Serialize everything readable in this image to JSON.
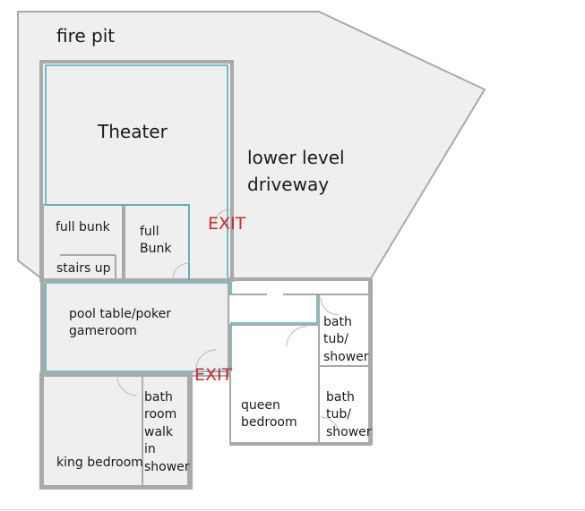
{
  "rooms": {
    "fire_pit": "fire pit",
    "theater": "Theater",
    "driveway": [
      "lower level",
      "driveway"
    ],
    "full_bunk_left": "full bunk",
    "full_bunk_right": [
      "full",
      "Bunk"
    ],
    "stairs": "stairs up",
    "gameroom": [
      "pool table/poker",
      "gameroom"
    ],
    "bath_upper": [
      "bath",
      "tub/",
      "shower"
    ],
    "bath_lower": [
      "bath",
      "tub/",
      "shower"
    ],
    "queen": [
      "queen",
      "bedroom"
    ],
    "king": "king bedroom",
    "walkin_bath": [
      "bath",
      "room",
      "walk",
      "in",
      "shower"
    ]
  },
  "exits": {
    "exit_upper": "EXIT",
    "exit_lower": "EXIT"
  },
  "colors": {
    "floor": "#efefef",
    "wall": "#a9a9a9",
    "accent_line": "#49b3c0",
    "exit_text": "#d6252a"
  }
}
